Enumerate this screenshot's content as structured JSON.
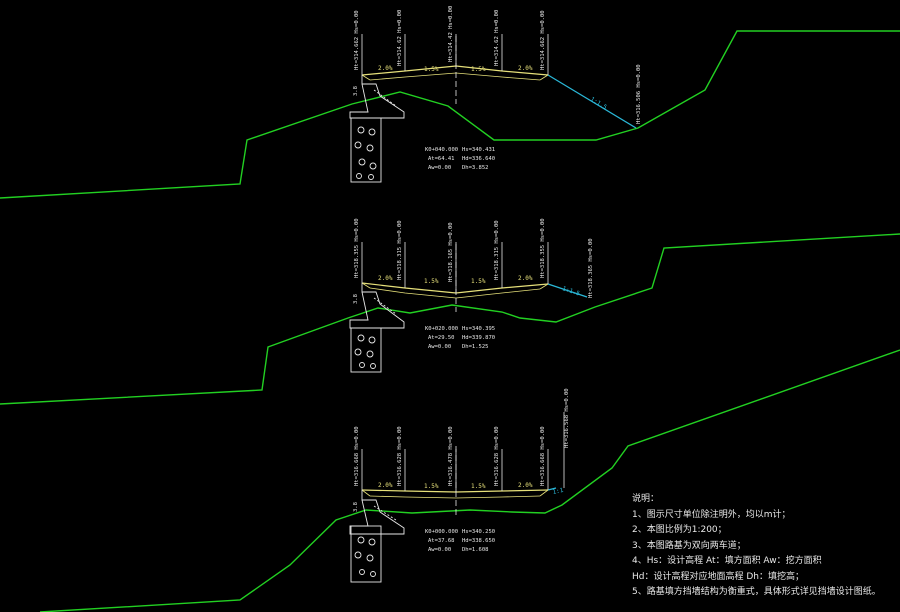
{
  "colors": {
    "background": "#000000",
    "ground": "#22d022",
    "road": "#e6e07a",
    "slope": "#2ab8d8",
    "structure": "#e8e8e8",
    "axis": "#e8e8e8"
  },
  "sections": [
    {
      "id": "section-1",
      "elev_labels": [
        "Ht=314.662 Hs=0.00",
        "Ht=314.62 Hs=0.00",
        "Ht=314.42 Hs=0.00",
        "Ht=314.62 Hs=0.00",
        "Ht=314.662 Hs=0.00"
      ],
      "grades": [
        "2.0%",
        "1.5%",
        "1.5%",
        "2.0%"
      ],
      "wall_height": "3.8",
      "slope_ratio": "1:1.5",
      "slope_toe_label": "Ht=316.506 Hs=0.00",
      "info_left": [
        "K0+040.000",
        "At=64.41",
        "Aw=0.00"
      ],
      "info_right": [
        "Hs=340.431",
        "Hd=336.640",
        "Dh=3.852"
      ]
    },
    {
      "id": "section-2",
      "elev_labels": [
        "Ht=318.355 Hs=0.00",
        "Ht=318.315 Hs=0.00",
        "Ht=318.165 Hs=0.00",
        "Ht=318.315 Hs=0.00",
        "Ht=318.355 Hs=0.00"
      ],
      "grades": [
        "2.0%",
        "1.5%",
        "1.5%",
        "2.0%"
      ],
      "wall_height": "3.8",
      "slope_ratio": "1:1.5",
      "slope_toe_label": "Ht=318.365 Hs=0.00",
      "info_left": [
        "K0+020.000",
        "At=29.50",
        "Aw=0.00"
      ],
      "info_right": [
        "Hs=340.395",
        "Hd=339.870",
        "Dh=1.525"
      ]
    },
    {
      "id": "section-3",
      "elev_labels": [
        "Ht=316.668 Hs=0.00",
        "Ht=316.628 Hs=0.00",
        "Ht=316.478 Hs=0.00",
        "Ht=316.628 Hs=0.00",
        "Ht=316.668 Hs=0.00"
      ],
      "grades": [
        "2.0%",
        "1.5%",
        "1.5%",
        "2.0%"
      ],
      "wall_height": "3.8",
      "slope_ratio": "1:1",
      "slope_toe_label": "Ht=316.568 Hs=0.00",
      "info_left": [
        "K0+000.000",
        "At=37.68",
        "Aw=0.00"
      ],
      "info_right": [
        "Hs=340.250",
        "Hd=338.650",
        "Dh=1.608"
      ]
    }
  ],
  "notes": {
    "title": "说明：",
    "items": [
      "1、图示尺寸单位除注明外，均以m计；",
      "2、本图比例为1:200；",
      "3、本图路基为双向两车道；",
      "4、Hs：设计高程    At：填方面积    Aw：挖方面积",
      "Hd：设计高程对应地面高程         Dh：填挖高；",
      "5、路基填方挡墙结构为衡重式，具体形式详见挡墙设计图纸。"
    ]
  }
}
